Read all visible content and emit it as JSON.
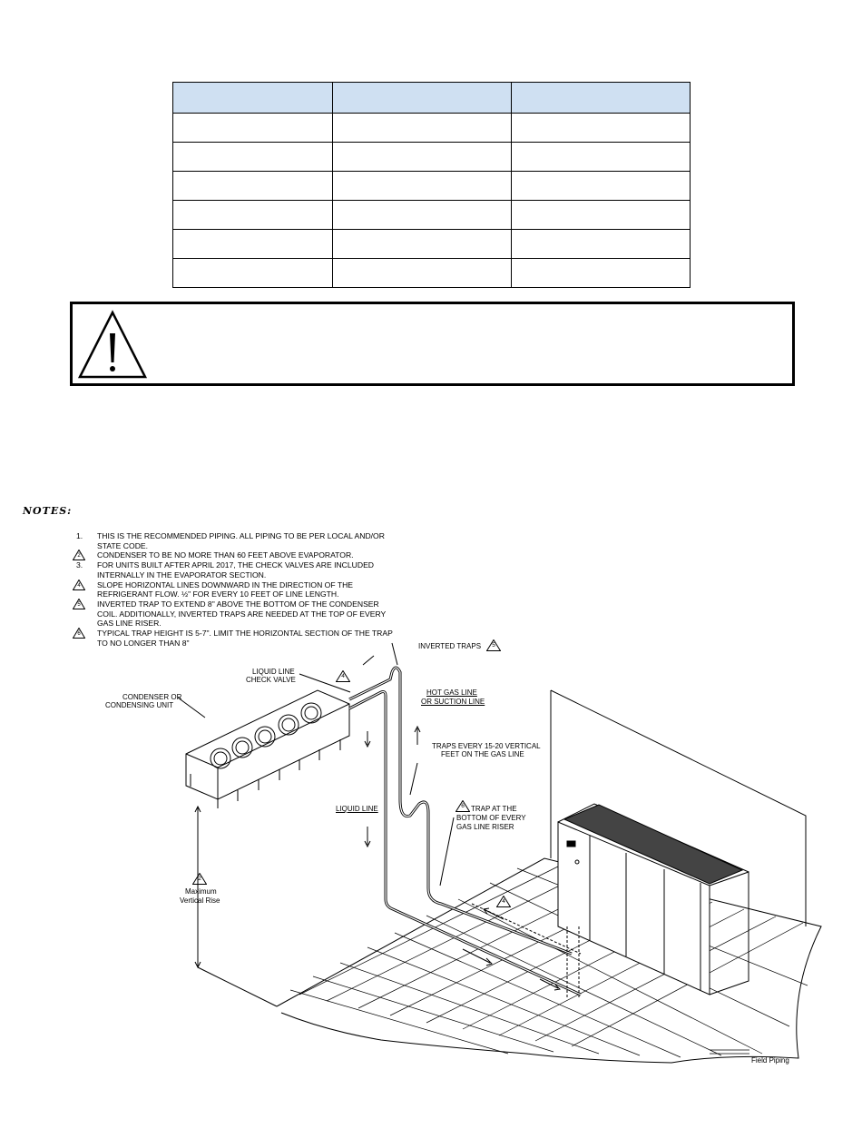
{
  "table": {
    "rows": [
      [
        "",
        "",
        ""
      ],
      [
        "",
        "",
        ""
      ],
      [
        "",
        "",
        ""
      ],
      [
        "",
        "",
        ""
      ],
      [
        "",
        "",
        ""
      ],
      [
        "",
        "",
        ""
      ]
    ]
  },
  "warning": {
    "text": ""
  },
  "notes": {
    "heading": "NOTES:",
    "items": [
      {
        "marker": "1.",
        "type": "number",
        "text": "THIS IS THE RECOMMENDED PIPING. ALL PIPING TO BE PER LOCAL AND/OR STATE CODE."
      },
      {
        "marker": "2",
        "type": "triangle",
        "text": "CONDENSER TO BE NO MORE THAN 60 FEET ABOVE EVAPORATOR."
      },
      {
        "marker": "3.",
        "type": "number",
        "text": "FOR UNITS BUILT AFTER APRIL 2017, THE CHECK VALVES ARE INCLUDED INTERNALLY IN THE EVAPORATOR SECTION."
      },
      {
        "marker": "4",
        "type": "triangle",
        "text": "SLOPE HORIZONTAL LINES DOWNWARD IN THE DIRECTION OF THE REFRIGERANT FLOW. ½\" FOR EVERY 10 FEET OF LINE LENGTH."
      },
      {
        "marker": "5",
        "type": "triangle",
        "text": "INVERTED TRAP TO EXTEND 8\" ABOVE THE BOTTOM OF THE CONDENSER COIL. ADDITIONALLY, INVERTED TRAPS ARE NEEDED AT THE TOP OF EVERY GAS LINE RISER."
      },
      {
        "marker": "6",
        "type": "triangle",
        "text": "TYPICAL TRAP HEIGHT IS 5-7\". LIMIT THE HORIZONTAL SECTION OF THE TRAP TO NO LONGER THAN 8\""
      }
    ]
  },
  "labels": {
    "inverted_traps": "INVERTED TRAPS",
    "inverted_traps_mark": "5",
    "liquid_line_check_valve_1": "LIQUID LINE",
    "liquid_line_check_valve_2": "CHECK VALVE",
    "check_valve_mark": "4",
    "condenser_1": "CONDENSER OR",
    "condenser_2": "CONDENSING UNIT",
    "hot_gas_1": "HOT GAS LINE",
    "hot_gas_2": "OR SUCTION LINE",
    "traps_every_1": "TRAPS EVERY 15-20 VERTICAL",
    "traps_every_2": "FEET ON THE GAS LINE",
    "liquid_line": "LIQUID LINE",
    "trap_bottom_1": "TRAP AT THE",
    "trap_bottom_2": "BOTTOM OF EVERY",
    "trap_bottom_3": "GAS LINE RISER",
    "trap_bottom_mark": "6",
    "max_rise_mark": "2",
    "max_rise_1": "Maximum",
    "max_rise_2": "Vertical Rise",
    "slope_mark": "4",
    "field_piping": "Field Piping"
  }
}
